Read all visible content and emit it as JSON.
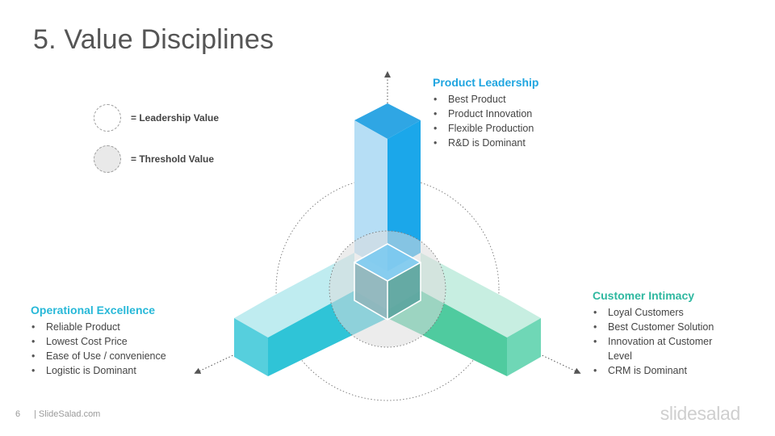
{
  "title": "5. Value Disciplines",
  "legend": [
    {
      "label": "= Leadership Value",
      "style": "leadership"
    },
    {
      "label": "= Threshold Value",
      "style": "threshold"
    }
  ],
  "disciplines": {
    "product_leadership": {
      "title": "Product Leadership",
      "color": "#1FA5E0",
      "items": [
        "Best Product",
        "Product Innovation",
        "Flexible Production",
        "R&D is Dominant"
      ]
    },
    "customer_intimacy": {
      "title": "Customer Intimacy",
      "color": "#2BB673",
      "items": [
        "Loyal Customers",
        "Best Customer Solution",
        "Innovation at Customer Level",
        "CRM is Dominant"
      ]
    },
    "operational_excellence": {
      "title": "Operational Excellence",
      "color": "#27B8D8",
      "items": [
        "Reliable Product",
        "Lowest Cost Price",
        "Ease of Use / convenience",
        "Logistic is Dominant"
      ]
    }
  },
  "footer": {
    "page_number": "6",
    "source": "| SlideSalad.com",
    "brand": "slidesalad"
  }
}
